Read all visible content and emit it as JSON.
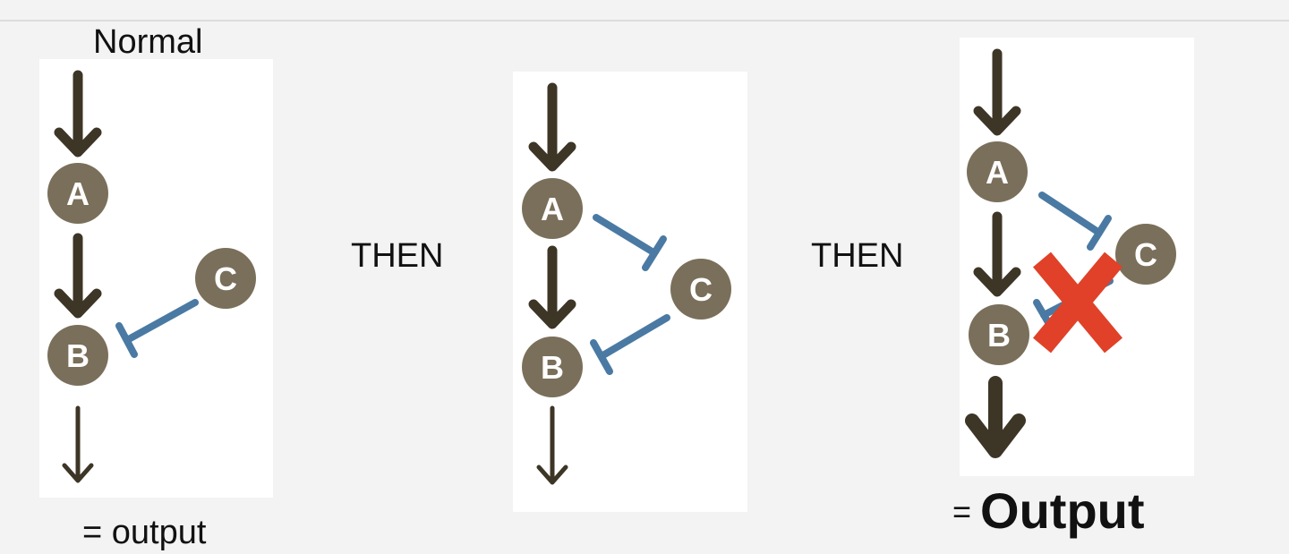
{
  "labels": {
    "normal": "Normal",
    "then_1": "THEN",
    "then_2": "THEN",
    "output_small": "= output",
    "output_big_eq": "=",
    "output_big_word": "Output"
  },
  "nodes": {
    "a": "A",
    "b": "B",
    "c": "C"
  },
  "colors": {
    "arrow": "#3d3526",
    "node": "#7a6f5a",
    "inhibit": "#4a7aa3",
    "cross": "#e04128",
    "panel": "#ffffff",
    "background": "#f3f3f3"
  },
  "icons": {
    "activation": "arrow-down-icon",
    "inhibition": "inhibition-bar-icon",
    "blocked": "red-x-icon"
  }
}
